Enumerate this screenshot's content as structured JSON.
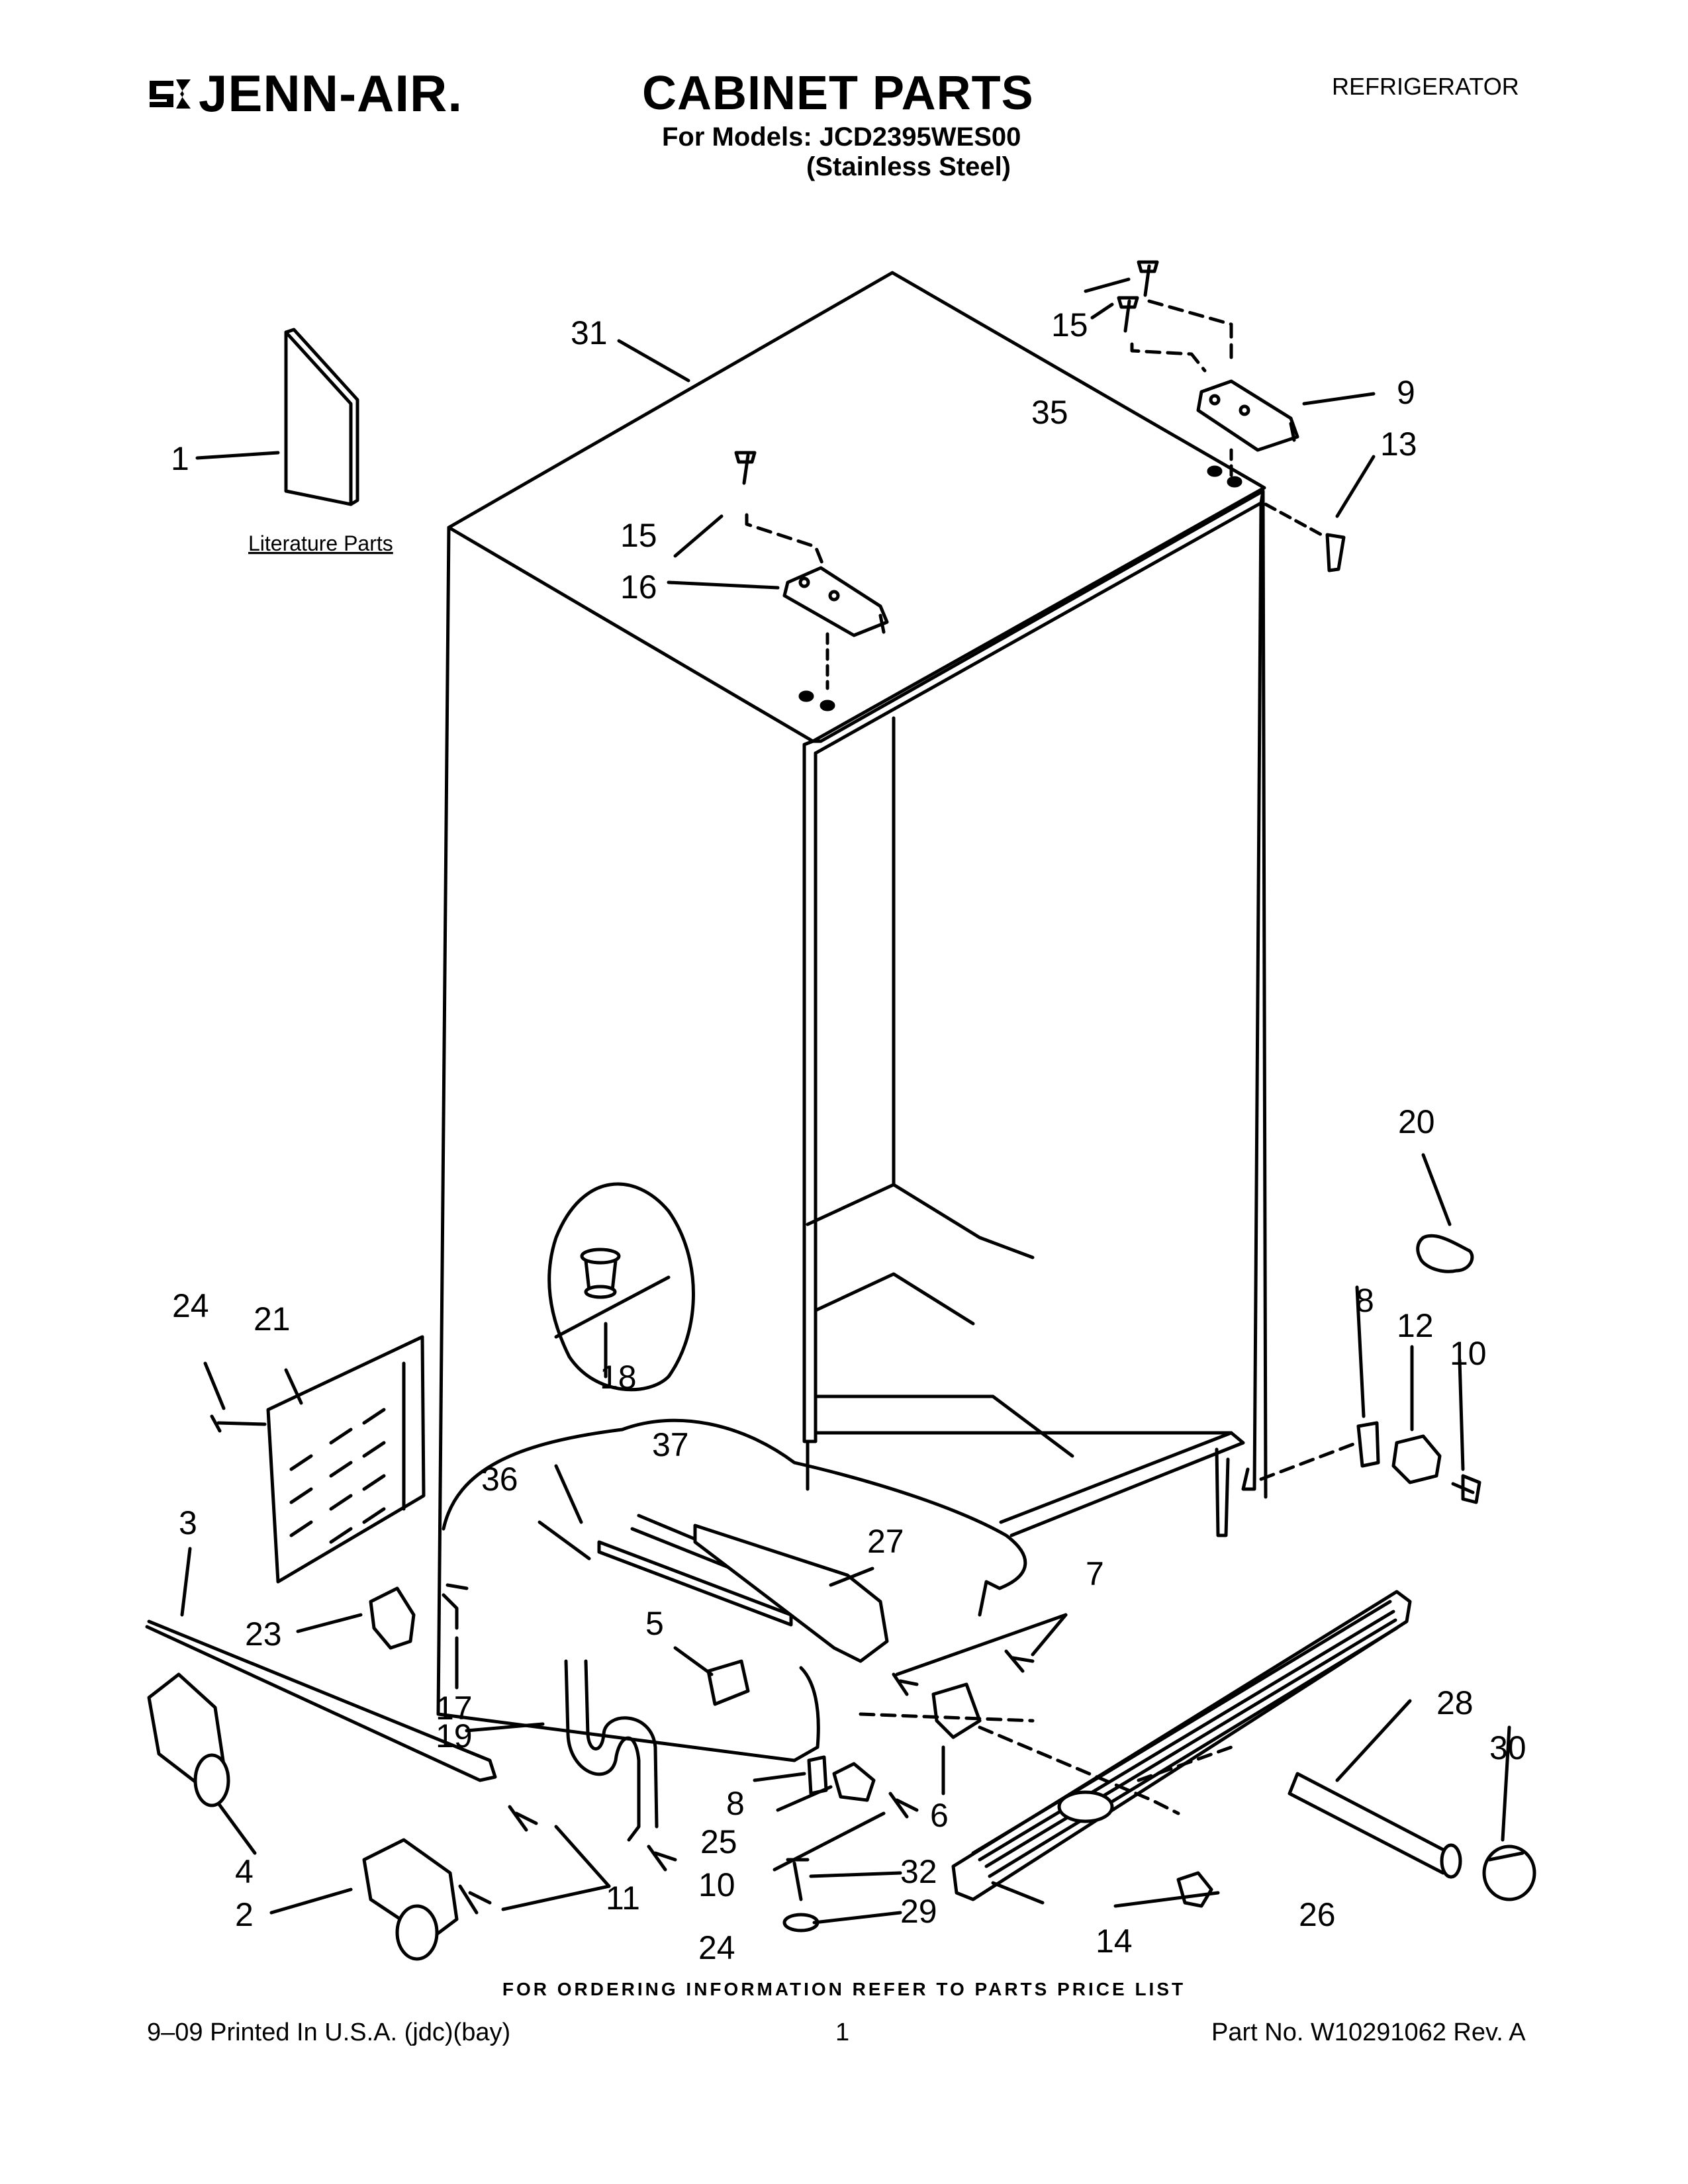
{
  "header": {
    "brand": "JENN-AIR.",
    "title": "CABINET PARTS",
    "models_line": "For Models: JCD2395WES00",
    "finish_line": "(Stainless Steel)",
    "appliance_type": "REFRIGERATOR"
  },
  "diagram": {
    "literature_label": "Literature Parts",
    "callouts": {
      "c1": "1",
      "c2": "2",
      "c3": "3",
      "c4": "4",
      "c5": "5",
      "c6": "6",
      "c7": "7",
      "c8a": "8",
      "c8b": "8",
      "c9": "9",
      "c10a": "10",
      "c10b": "10",
      "c11": "11",
      "c12": "12",
      "c13": "13",
      "c14": "14",
      "c15a": "15",
      "c15b": "15",
      "c16": "16",
      "c17": "17",
      "c18": "18",
      "c19": "19",
      "c20": "20",
      "c21": "21",
      "c23": "23",
      "c24a": "24",
      "c24b": "24",
      "c25": "25",
      "c26": "26",
      "c27": "27",
      "c28": "28",
      "c29": "29",
      "c30": "30",
      "c31": "31",
      "c32": "32",
      "c35": "35",
      "c36": "36",
      "c37": "37"
    }
  },
  "footer": {
    "ordering_note": "FOR ORDERING INFORMATION REFER TO PARTS PRICE LIST",
    "printed": "9–09 Printed In U.S.A. (jdc)(bay)",
    "page_number": "1",
    "part_number": "Part No. W10291062 Rev. A"
  }
}
